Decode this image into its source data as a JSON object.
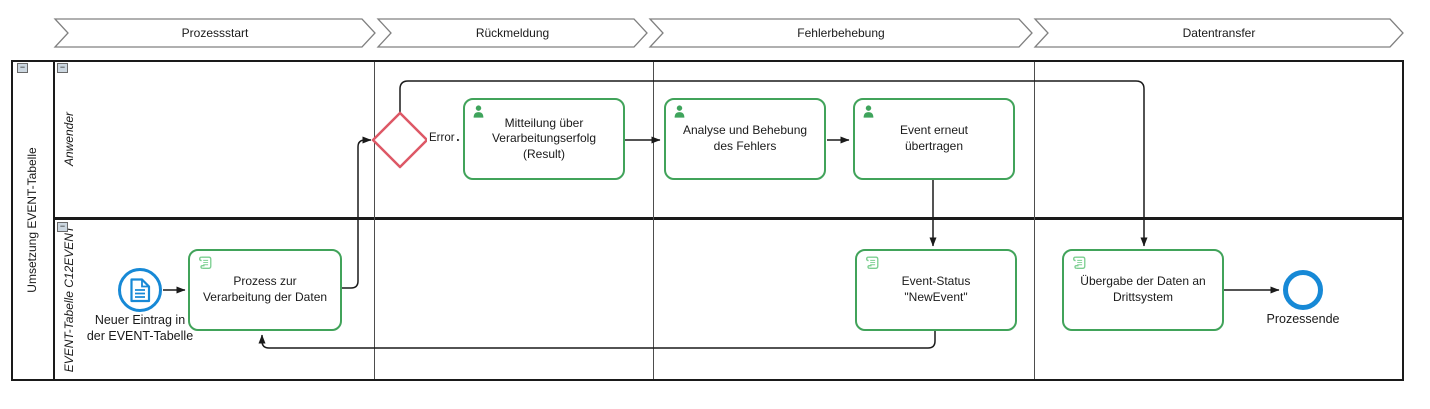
{
  "phases": [
    {
      "label": "Prozessstart"
    },
    {
      "label": "Rückmeldung"
    },
    {
      "label": "Fehlerbehebung"
    },
    {
      "label": "Datentransfer"
    }
  ],
  "pool": {
    "label": "Umsetzung EVENT-Tabelle",
    "collapse_glyph": "−",
    "lanes": [
      {
        "label": "Anwender"
      },
      {
        "label": "EVENT-Tabelle C12EVENT"
      }
    ]
  },
  "events": {
    "start": {
      "label": "Neuer Eintrag in der EVENT-Tabelle",
      "icon": "document-icon"
    },
    "end": {
      "label": "Prozessende"
    }
  },
  "gateway": {
    "type": "exclusive",
    "outgoing_label": "Error"
  },
  "tasks": {
    "process": {
      "label": "Prozess zur Verarbeitung der Daten",
      "icon": "scroll-icon"
    },
    "mitteilung": {
      "label": "Mitteilung über Verarbeitungserfolg (Result)",
      "icon": "user-icon"
    },
    "analyse": {
      "label": "Analyse und Behebung des Fehlers",
      "icon": "user-icon"
    },
    "erneut": {
      "label": "Event erneut übertragen",
      "icon": "user-icon"
    },
    "status": {
      "label": "Event-Status \"NewEvent\"",
      "icon": "scroll-icon"
    },
    "uebergabe": {
      "label": "Übergabe der Daten an Drittsystem",
      "icon": "scroll-icon"
    }
  },
  "colors": {
    "task_stroke": "#41a35a",
    "icon_green_light": "#7ccf90",
    "event_stroke": "#1789d6",
    "gateway_stroke": "#dd5866",
    "chevron_stroke": "#808080",
    "pool_stroke": "#1a1a1a"
  }
}
